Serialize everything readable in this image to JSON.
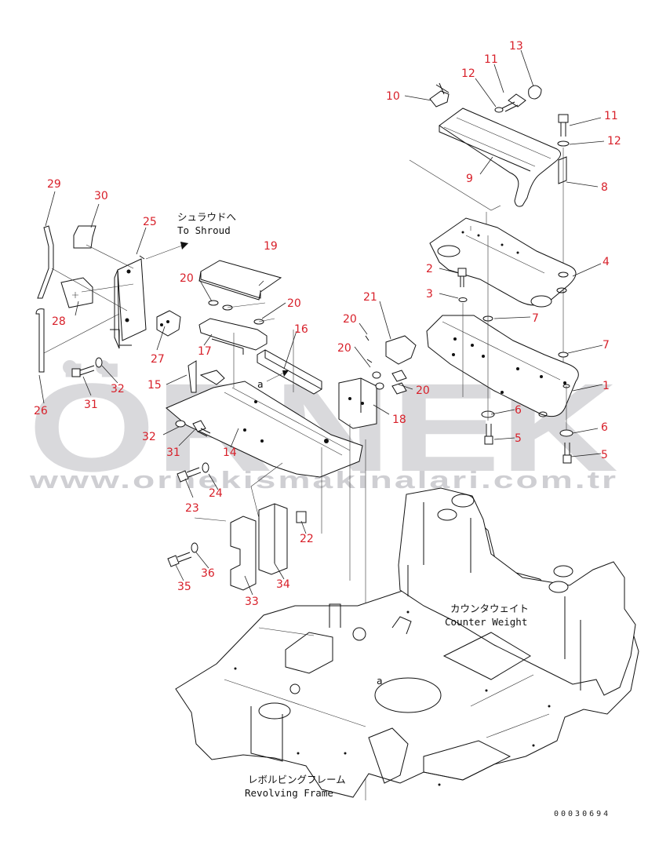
{
  "watermark": {
    "brand": "ÖRNEK",
    "url": "www.ornekismakinalari.com.tr",
    "color": "#d9d9dc"
  },
  "labels": {
    "to_shroud_jp": "シュラウドへ",
    "to_shroud_en": "To Shroud",
    "counterweight_jp": "カウンタウェイト",
    "counterweight_en": "Counter Weight",
    "revolving_frame_jp": "レボルビングフレーム",
    "revolving_frame_en": "Revolving Frame",
    "view_a_1": "a",
    "view_a_2": "a"
  },
  "drawing_code": "00030694",
  "part_color": "#d8202a",
  "callouts": [
    {
      "key": "c13",
      "text": "13"
    },
    {
      "key": "c11a",
      "text": "11"
    },
    {
      "key": "c12a",
      "text": "12"
    },
    {
      "key": "c10",
      "text": "10"
    },
    {
      "key": "c11b",
      "text": "11"
    },
    {
      "key": "c12b",
      "text": "12"
    },
    {
      "key": "c9",
      "text": "9"
    },
    {
      "key": "c8",
      "text": "8"
    },
    {
      "key": "c29",
      "text": "29"
    },
    {
      "key": "c30",
      "text": "30"
    },
    {
      "key": "c25",
      "text": "25"
    },
    {
      "key": "c19",
      "text": "19"
    },
    {
      "key": "c20a",
      "text": "20"
    },
    {
      "key": "c20b",
      "text": "20"
    },
    {
      "key": "c4",
      "text": "4"
    },
    {
      "key": "c2",
      "text": "2"
    },
    {
      "key": "c3",
      "text": "3"
    },
    {
      "key": "c21",
      "text": "21"
    },
    {
      "key": "c20c",
      "text": "20"
    },
    {
      "key": "c7a",
      "text": "7"
    },
    {
      "key": "c28",
      "text": "28"
    },
    {
      "key": "c17",
      "text": "17"
    },
    {
      "key": "c16",
      "text": "16"
    },
    {
      "key": "c27",
      "text": "27"
    },
    {
      "key": "c20d",
      "text": "20"
    },
    {
      "key": "c7b",
      "text": "7"
    },
    {
      "key": "c15",
      "text": "15"
    },
    {
      "key": "c32a",
      "text": "32"
    },
    {
      "key": "c20e",
      "text": "20"
    },
    {
      "key": "c1",
      "text": "1"
    },
    {
      "key": "c26",
      "text": "26"
    },
    {
      "key": "c31a",
      "text": "31"
    },
    {
      "key": "c18",
      "text": "18"
    },
    {
      "key": "c6a",
      "text": "6"
    },
    {
      "key": "c32b",
      "text": "32"
    },
    {
      "key": "c14",
      "text": "14"
    },
    {
      "key": "c6b",
      "text": "6"
    },
    {
      "key": "c31b",
      "text": "31"
    },
    {
      "key": "c5a",
      "text": "5"
    },
    {
      "key": "c5b",
      "text": "5"
    },
    {
      "key": "c24",
      "text": "24"
    },
    {
      "key": "c23",
      "text": "23"
    },
    {
      "key": "c22",
      "text": "22"
    },
    {
      "key": "c36",
      "text": "36"
    },
    {
      "key": "c34",
      "text": "34"
    },
    {
      "key": "c35",
      "text": "35"
    },
    {
      "key": "c33",
      "text": "33"
    }
  ]
}
